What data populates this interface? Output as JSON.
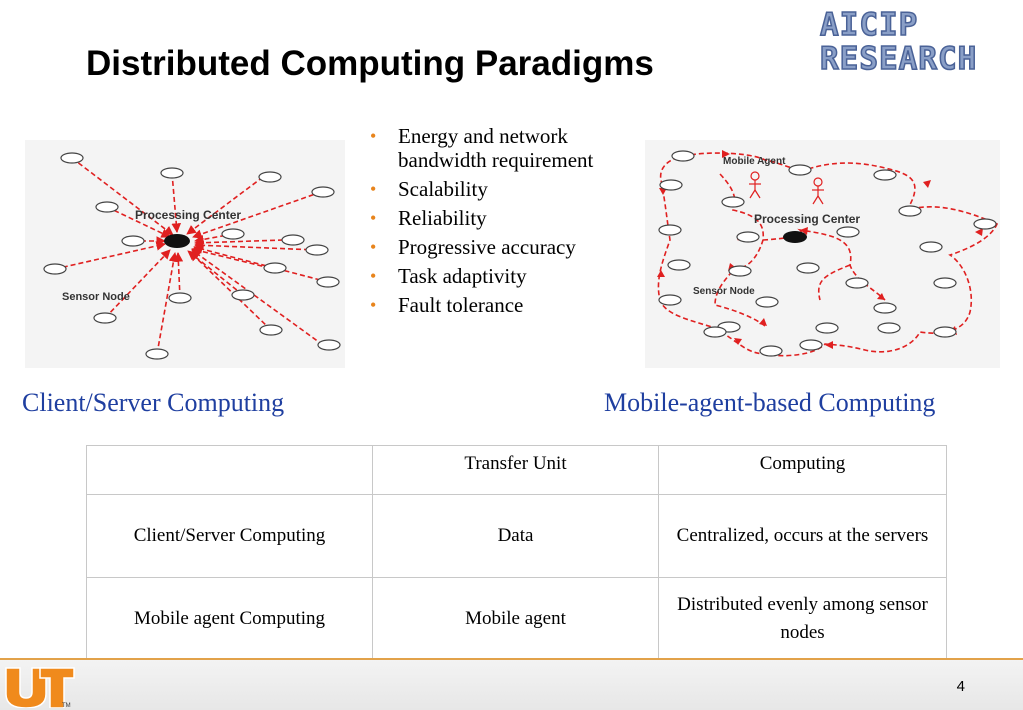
{
  "title": "Distributed Computing Paradigms",
  "logo": {
    "line1": "AICIP",
    "line2": "RESEARCH"
  },
  "left_diagram": {
    "center_label": "Processing Center",
    "node_label": "Sensor Node"
  },
  "right_diagram": {
    "agent_label": "Mobile Agent",
    "center_label": "Processing Center",
    "node_label": "Sensor Node"
  },
  "bullets": [
    "Energy and network bandwidth requirement",
    "Scalability",
    "Reliability",
    "Progressive accuracy",
    "Task adaptivity",
    "Fault tolerance"
  ],
  "captions": {
    "left": "Client/Server Computing",
    "right": "Mobile-agent-based Computing"
  },
  "table": {
    "headers": [
      "",
      "Transfer Unit",
      "Computing"
    ],
    "rows": [
      [
        "Client/Server Computing",
        "Data",
        "Centralized, occurs at the servers"
      ],
      [
        "Mobile agent Computing",
        "Mobile agent",
        "Distributed evenly among sensor nodes"
      ]
    ]
  },
  "footer": {
    "page_number": "4",
    "tm": "TM"
  },
  "colors": {
    "accent": "#e8841c",
    "caption": "#1f3fa0",
    "arrow": "#e02020"
  }
}
